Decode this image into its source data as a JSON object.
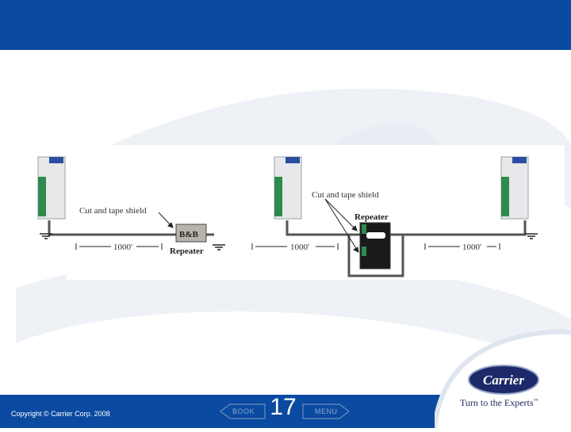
{
  "diagram": {
    "label_cut_shield_left": "Cut and tape shield",
    "label_cut_shield_right": "Cut and tape shield",
    "bb_box_label": "B&B",
    "bb_repeater_label": "Repeater",
    "repeater_label_right": "Repeater",
    "distance_1": "1000'",
    "distance_2": "1000'",
    "distance_3": "1000'"
  },
  "footer": {
    "copyright": "Copyright © Carrier Corp. 2008",
    "book_label": "BOOK",
    "page_number": "17",
    "menu_label": "MENU"
  },
  "brand": {
    "logo_text": "Carrier",
    "tagline": "Turn to the Experts",
    "tagline_mark": "™"
  },
  "colors": {
    "header_blue": "#0a4aa0",
    "logo_navy": "#1c2a6a"
  }
}
